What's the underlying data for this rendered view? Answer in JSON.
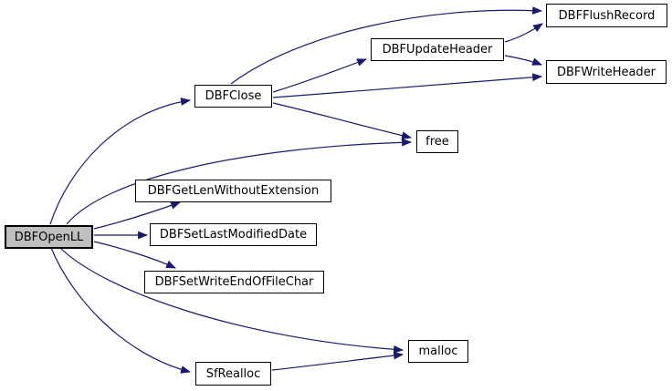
{
  "diagram": {
    "kind": "doxygen-call-graph",
    "background_color": "#ffffff",
    "edge_color": "#191970",
    "node_fill_color": "#ffffff",
    "node_border_color": "#000000",
    "root_node_fill_color": "#bfbfbf",
    "text_color": "#000000"
  },
  "nodes": [
    {
      "id": "DBFOpenLL",
      "label": "DBFOpenLL",
      "role": "root"
    },
    {
      "id": "DBFClose",
      "label": "DBFClose",
      "role": "callee"
    },
    {
      "id": "DBFUpdateHeader",
      "label": "DBFUpdateHeader",
      "role": "callee"
    },
    {
      "id": "DBFFlushRecord",
      "label": "DBFFlushRecord",
      "role": "callee"
    },
    {
      "id": "DBFWriteHeader",
      "label": "DBFWriteHeader",
      "role": "callee"
    },
    {
      "id": "free",
      "label": "free",
      "role": "callee"
    },
    {
      "id": "DBFGetLenWithoutExtension",
      "label": "DBFGetLenWithoutExtension",
      "role": "callee"
    },
    {
      "id": "DBFSetLastModifiedDate",
      "label": "DBFSetLastModifiedDate",
      "role": "callee"
    },
    {
      "id": "DBFSetWriteEndOfFileChar",
      "label": "DBFSetWriteEndOfFileChar",
      "role": "callee"
    },
    {
      "id": "SfRealloc",
      "label": "SfRealloc",
      "role": "callee"
    },
    {
      "id": "malloc",
      "label": "malloc",
      "role": "callee"
    }
  ],
  "edges": [
    {
      "from": "DBFOpenLL",
      "to": "DBFClose"
    },
    {
      "from": "DBFOpenLL",
      "to": "free"
    },
    {
      "from": "DBFOpenLL",
      "to": "DBFGetLenWithoutExtension"
    },
    {
      "from": "DBFOpenLL",
      "to": "DBFSetLastModifiedDate"
    },
    {
      "from": "DBFOpenLL",
      "to": "DBFSetWriteEndOfFileChar"
    },
    {
      "from": "DBFOpenLL",
      "to": "SfRealloc"
    },
    {
      "from": "DBFOpenLL",
      "to": "malloc"
    },
    {
      "from": "DBFClose",
      "to": "DBFFlushRecord"
    },
    {
      "from": "DBFClose",
      "to": "DBFUpdateHeader"
    },
    {
      "from": "DBFClose",
      "to": "DBFWriteHeader"
    },
    {
      "from": "DBFClose",
      "to": "free"
    },
    {
      "from": "DBFUpdateHeader",
      "to": "DBFFlushRecord"
    },
    {
      "from": "DBFUpdateHeader",
      "to": "DBFWriteHeader"
    },
    {
      "from": "SfRealloc",
      "to": "malloc"
    }
  ]
}
